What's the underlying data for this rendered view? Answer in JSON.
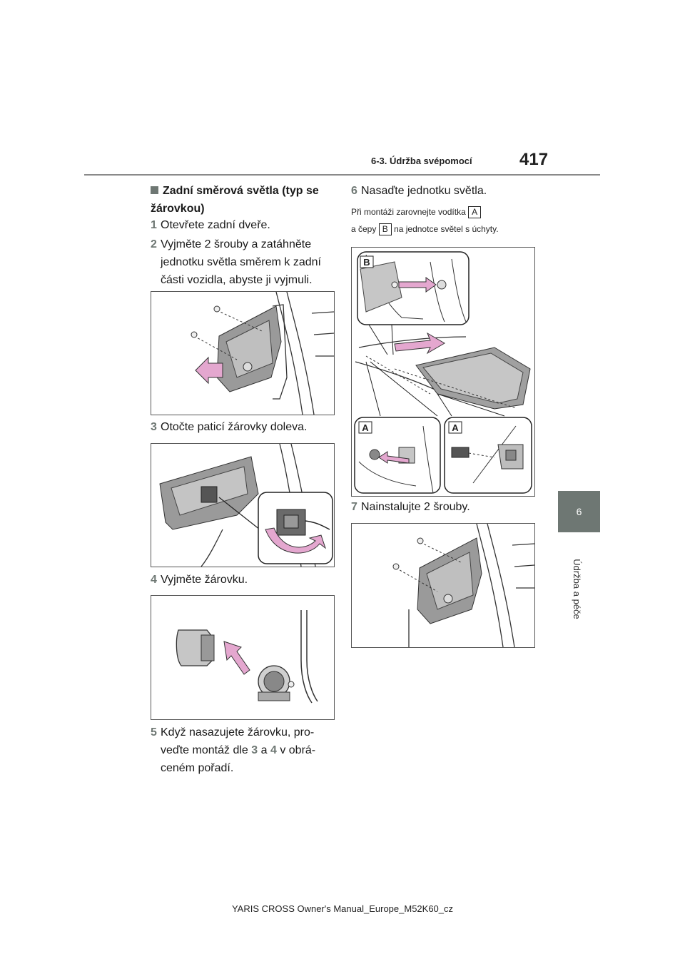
{
  "header": {
    "section": "6-3. Údržba svépomocí",
    "page_number": "417"
  },
  "sidebar": {
    "chapter": "6",
    "label": "Údržba a péče"
  },
  "left": {
    "title": "Zadní směrová světla (typ se žárovkou)",
    "step1": {
      "n": "1",
      "text": "Otevřete zadní dveře."
    },
    "step2": {
      "n": "2",
      "line1": "Vyjměte 2 šrouby a zatáhněte",
      "line2": "jednotku světla směrem k zadní",
      "line3": "části vozidla, abyste ji vyjmuli."
    },
    "step3": {
      "n": "3",
      "text": "Otočte paticí žárovky doleva."
    },
    "step4": {
      "n": "4",
      "text": "Vyjměte žárovku."
    },
    "step5": {
      "n": "5",
      "line1": "Když nasazujete žárovku, pro-",
      "line2a": "veďte montáž dle",
      "ref3": "3",
      "mid": "a",
      "ref4": "4",
      "line2b": "v obrá-",
      "line3": "ceném pořadí."
    }
  },
  "right": {
    "step6": {
      "n": "6",
      "text": "Nasaďte jednotku světla."
    },
    "note": {
      "a_pre": "Při montáži zarovnejte vodítka",
      "a_label": "A",
      "b_pre": "a čepy",
      "b_label": "B",
      "b_post": "na jednotce světel s úchyty."
    },
    "fig_labels": {
      "b": "B",
      "a1": "A",
      "a2": "A"
    },
    "step7": {
      "n": "7",
      "text": "Nainstalujte 2 šrouby."
    }
  },
  "footer": {
    "text": "YARIS CROSS Owner's Manual_Europe_M52K60_cz"
  },
  "colors": {
    "accent_gray": "#6e7773",
    "arrow_pink": "#e4a7cf",
    "line": "#333333"
  }
}
